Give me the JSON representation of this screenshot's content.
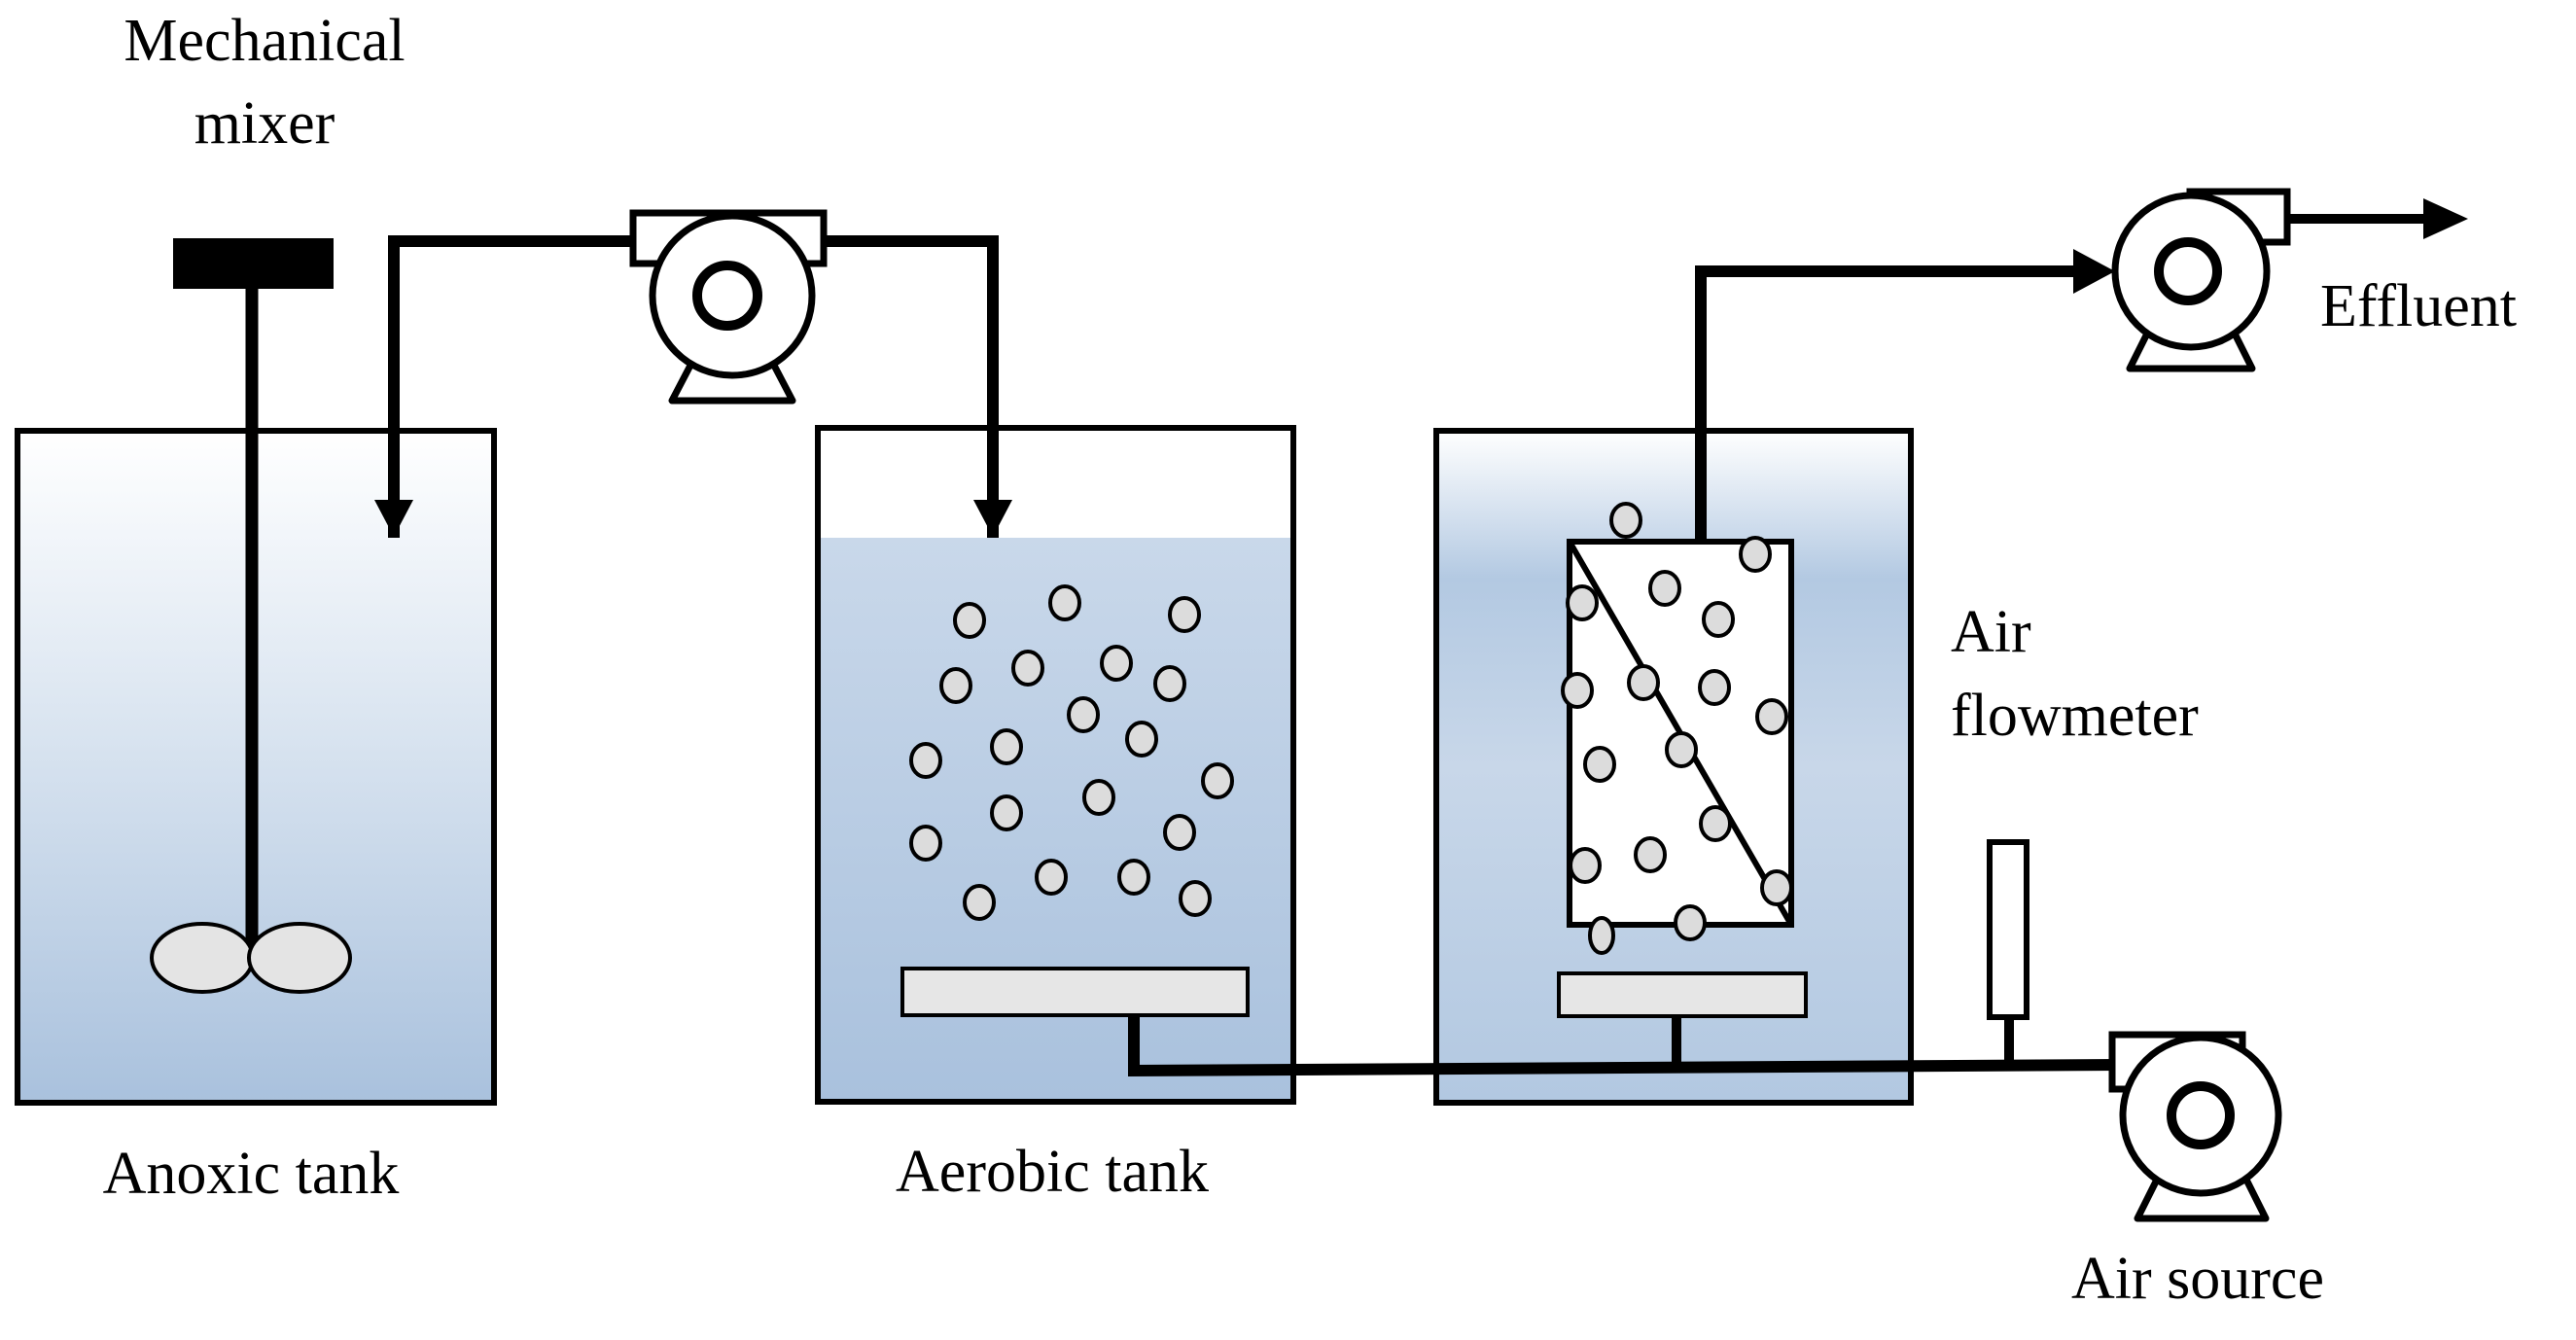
{
  "labels": {
    "mechanical_mixer_line1": "Mechanical",
    "mechanical_mixer_line2": "mixer",
    "anoxic_tank": "Anoxic tank",
    "aerobic_tank": "Aerobic tank",
    "air_flowmeter_line1": "Air",
    "air_flowmeter_line2": "flowmeter",
    "effluent": "Effluent",
    "air_source": "Air source"
  },
  "icons": {
    "pump": "centrifugal-pump-icon",
    "mixer": "impeller-icon",
    "diffuser": "air-diffuser-icon",
    "flowmeter": "rotameter-icon",
    "carrier": "suspended-carrier-icon",
    "membrane": "membrane-module-icon"
  },
  "colors": {
    "line": "#000000",
    "water_top": "#c5d6e8",
    "water_bottom": "#a9c1dd",
    "particle_fill": "#dcdcdc",
    "diffuser_fill": "#e6e6e6",
    "impeller_fill": "#e4e4e4"
  }
}
